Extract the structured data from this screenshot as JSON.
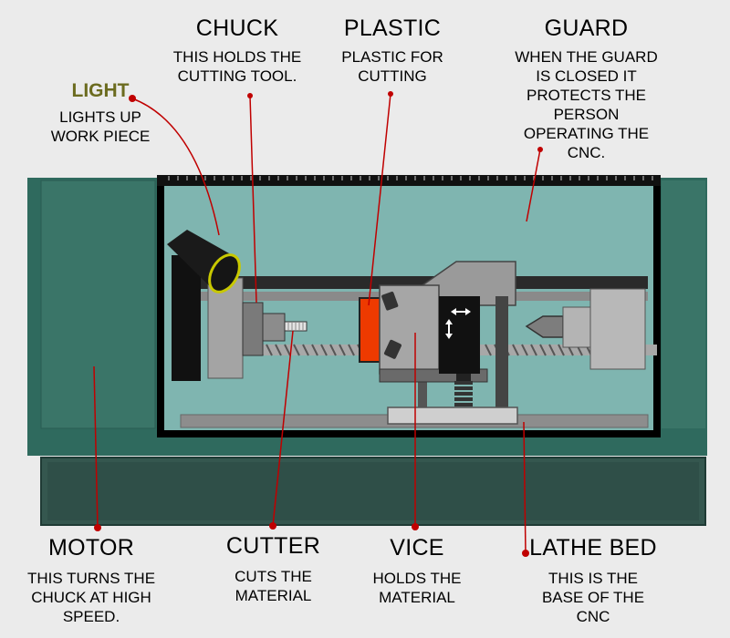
{
  "labels": {
    "light": {
      "title": "LIGHT",
      "desc": "LIGHTS UP\nWORK PIECE"
    },
    "chuck": {
      "title": "CHUCK",
      "desc": "THIS HOLDS THE\nCUTTING TOOL."
    },
    "plastic": {
      "title": "PLASTIC",
      "desc": "PLASTIC FOR\nCUTTING"
    },
    "guard": {
      "title": "GUARD",
      "desc": "WHEN THE GUARD\nIS CLOSED IT\nPROTECTS THE\nPERSON\nOPERATING THE\nCNC."
    },
    "motor": {
      "title": "MOTOR",
      "desc": "THIS TURNS THE\nCHUCK AT HIGH\nSPEED."
    },
    "cutter": {
      "title": "CUTTER",
      "desc": "CUTS THE\nMATERIAL"
    },
    "vice": {
      "title": "VICE",
      "desc": "HOLDS THE\nMATERIAL"
    },
    "lathe_bed": {
      "title": "LATHE BED",
      "desc": "THIS IS THE\nBASE OF THE\nCNC"
    }
  },
  "colors": {
    "background": "#ebebeb",
    "machine_body": "#2f6a5e",
    "cabinet": "#34584f",
    "work_area": "#7fb5b0",
    "leader_line": "#c00000",
    "accent_title": "#6b6b1f",
    "plastic_block": "#ee3a00"
  }
}
